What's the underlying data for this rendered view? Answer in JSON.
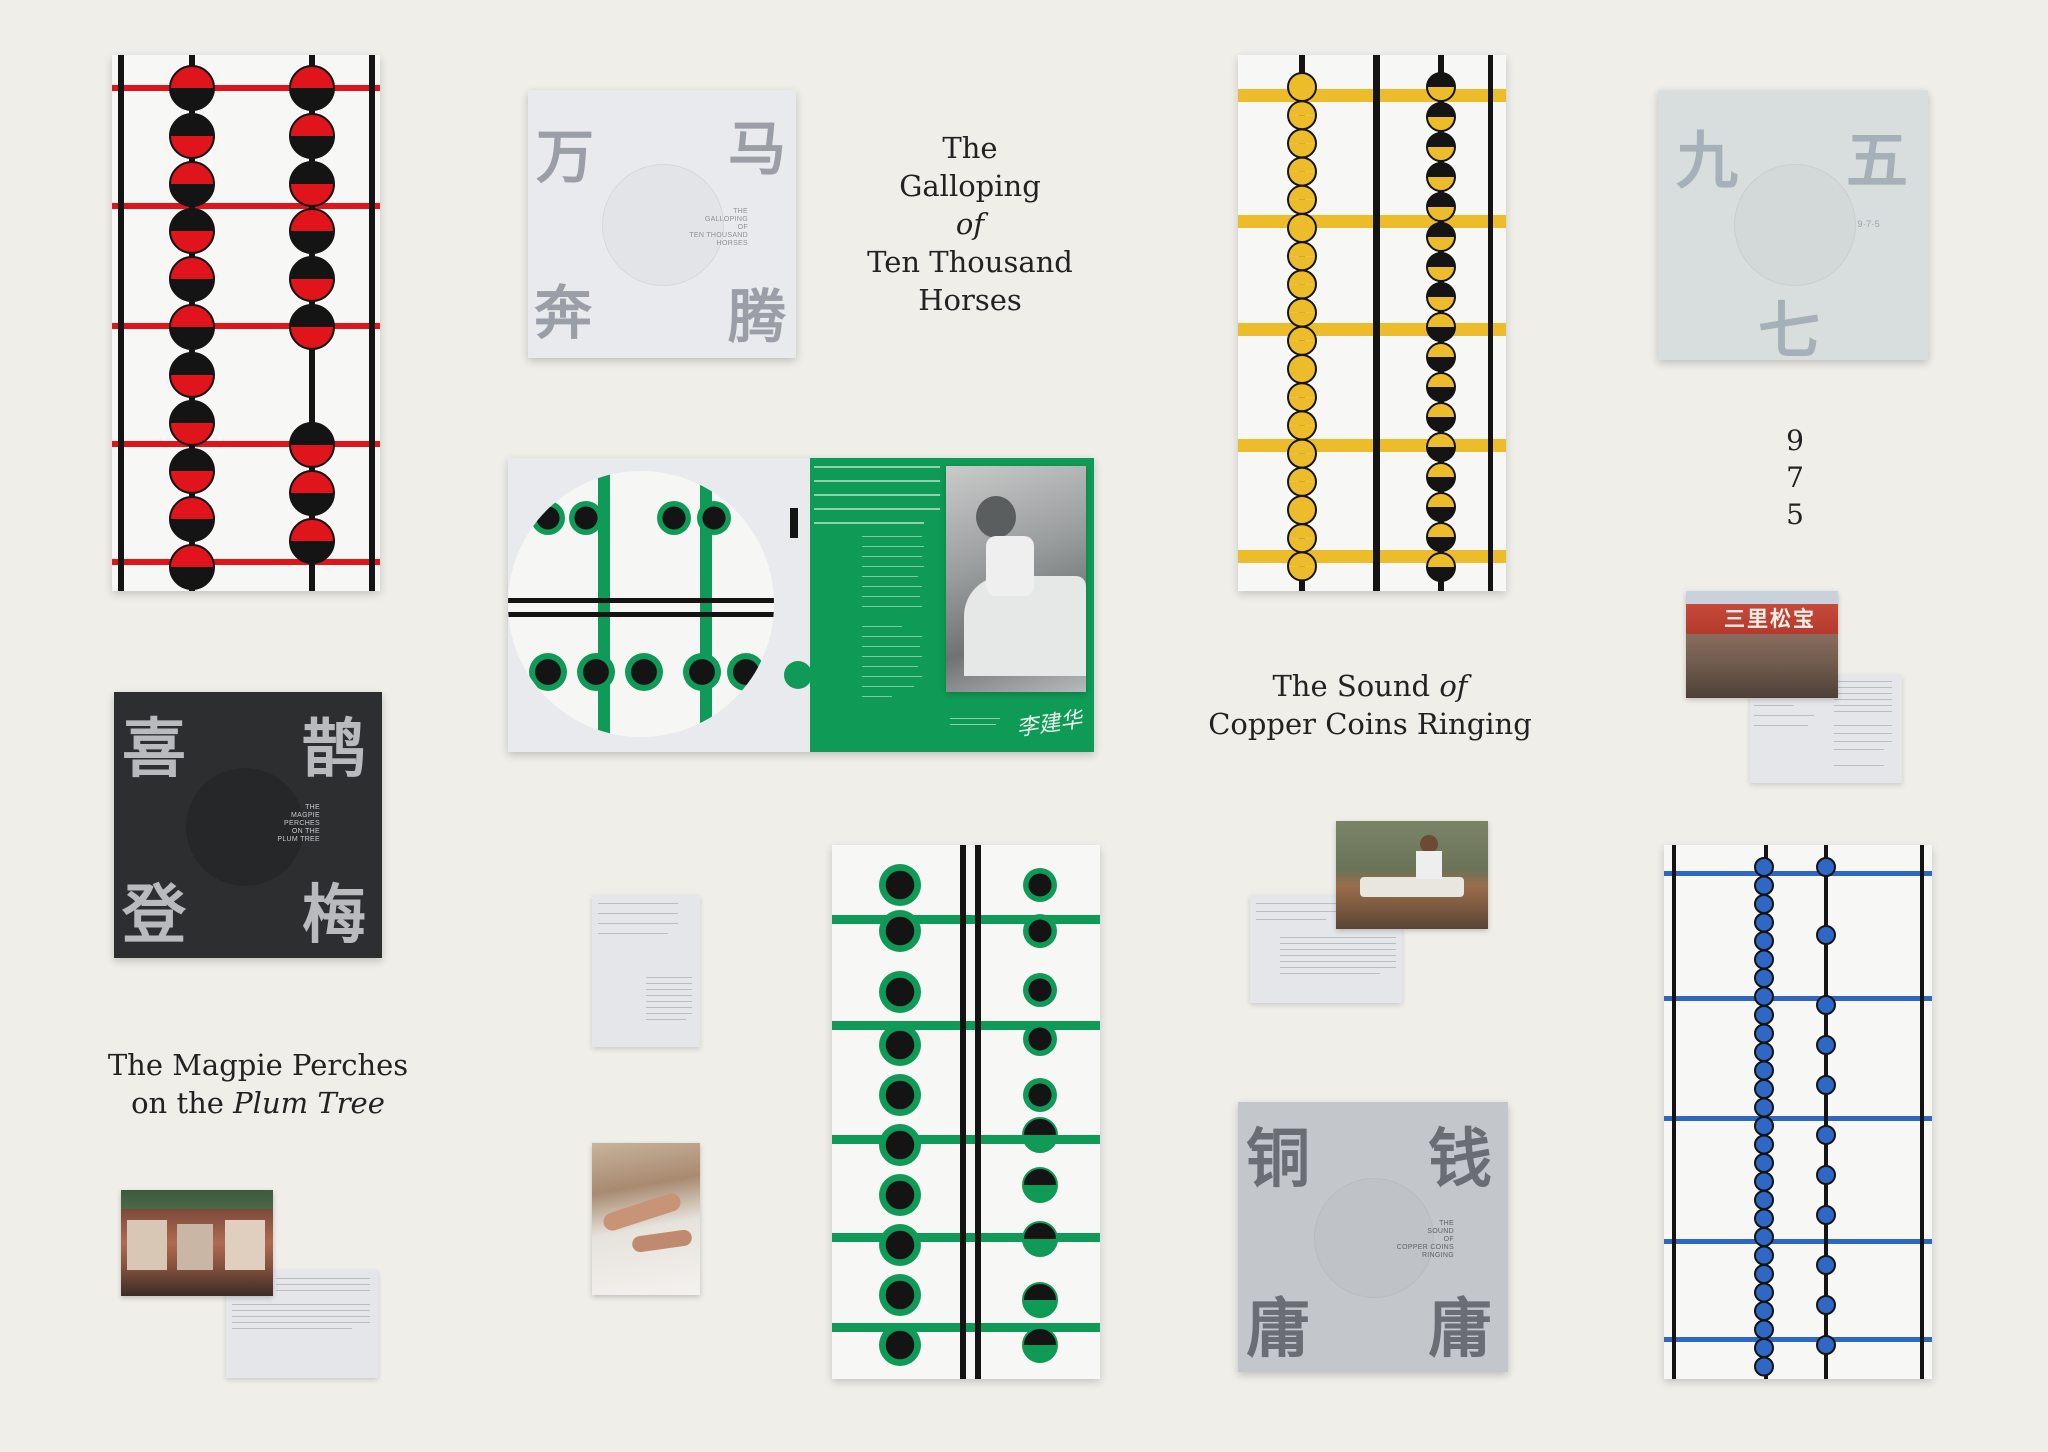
{
  "titles": {
    "galloping": {
      "line1": "The",
      "line2": "Galloping",
      "line3": "of",
      "line4": "Ten Thousand",
      "line5": "Horses"
    },
    "copper": {
      "line1a": "The Sound ",
      "line1b": "of",
      "line2": "Copper Coins Ringing"
    },
    "magpie": {
      "line1": "The Magpie Perches",
      "line2a": "on the ",
      "line2b": "Plum Tree"
    },
    "num975": {
      "d1": "9",
      "d2": "7",
      "d3": "5"
    }
  },
  "sleeves": {
    "horses": {
      "chars": [
        "万",
        "马",
        "奔",
        "腾"
      ],
      "caption": "THE\nGALLOPING\nOF\nTEN THOUSAND\nHORSES"
    },
    "nine": {
      "chars": [
        "九",
        "五",
        "七"
      ],
      "caption": "9·7·5"
    },
    "magpie": {
      "chars": [
        "喜",
        "鹊",
        "登",
        "梅"
      ],
      "caption": "THE\nMAGPIE\nPERCHES\nON THE\nPLUM TREE"
    },
    "copper": {
      "chars": [
        "铜",
        "钱",
        "庸",
        "庸"
      ],
      "caption": "THE\nSOUND\nOF\nCOPPER COINS\nRINGING"
    }
  },
  "shop_sign": "三里松宝",
  "signature": "李建华",
  "colors": {
    "background": "#efeee9",
    "red": "#e0141b",
    "yellow": "#ecbc2a",
    "green": "#109a57",
    "blue": "#2e67c4",
    "black": "#141414"
  }
}
